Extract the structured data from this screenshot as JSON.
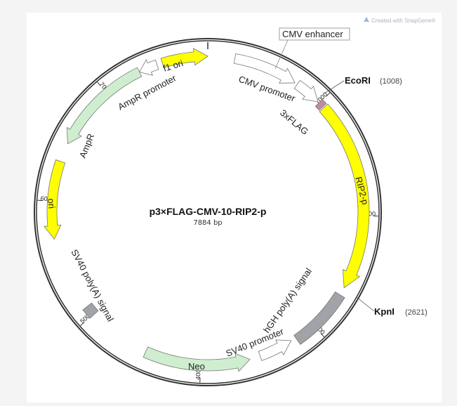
{
  "watermark": "Created with SnapGene®",
  "plasmid": {
    "name": "p3×FLAG-CMV-10-RIP2-p",
    "length": "7884 bp"
  },
  "ticks": [
    "1000",
    "2000",
    "3000",
    "4000",
    "5000",
    "6000",
    "7000"
  ],
  "enzymes": [
    {
      "name": "EcoRI",
      "position": "(1008)"
    },
    {
      "name": "KpnI",
      "position": "(2621)"
    }
  ],
  "features": [
    {
      "label": "CMV enhancer"
    },
    {
      "label": "CMV promoter"
    },
    {
      "label": "3xFLAG"
    },
    {
      "label": "RIP2-p"
    },
    {
      "label": "hGH poly(A) signal"
    },
    {
      "label": "SV40 promoter"
    },
    {
      "label": "Neo"
    },
    {
      "label": "SV40 poly(A) signal"
    },
    {
      "label": "ori"
    },
    {
      "label": "AmpR"
    },
    {
      "label": "AmpR promoter"
    },
    {
      "label": "f1 ori"
    }
  ],
  "colors": {
    "background": "#f4f4f4",
    "canvas": "#ffffff",
    "backbone": "#333333",
    "yellow": "#ffff00",
    "green": "#cfeecf",
    "grey": "#a0a4a8",
    "pink": "#c48aa4",
    "white_feature": "#ffffff"
  }
}
